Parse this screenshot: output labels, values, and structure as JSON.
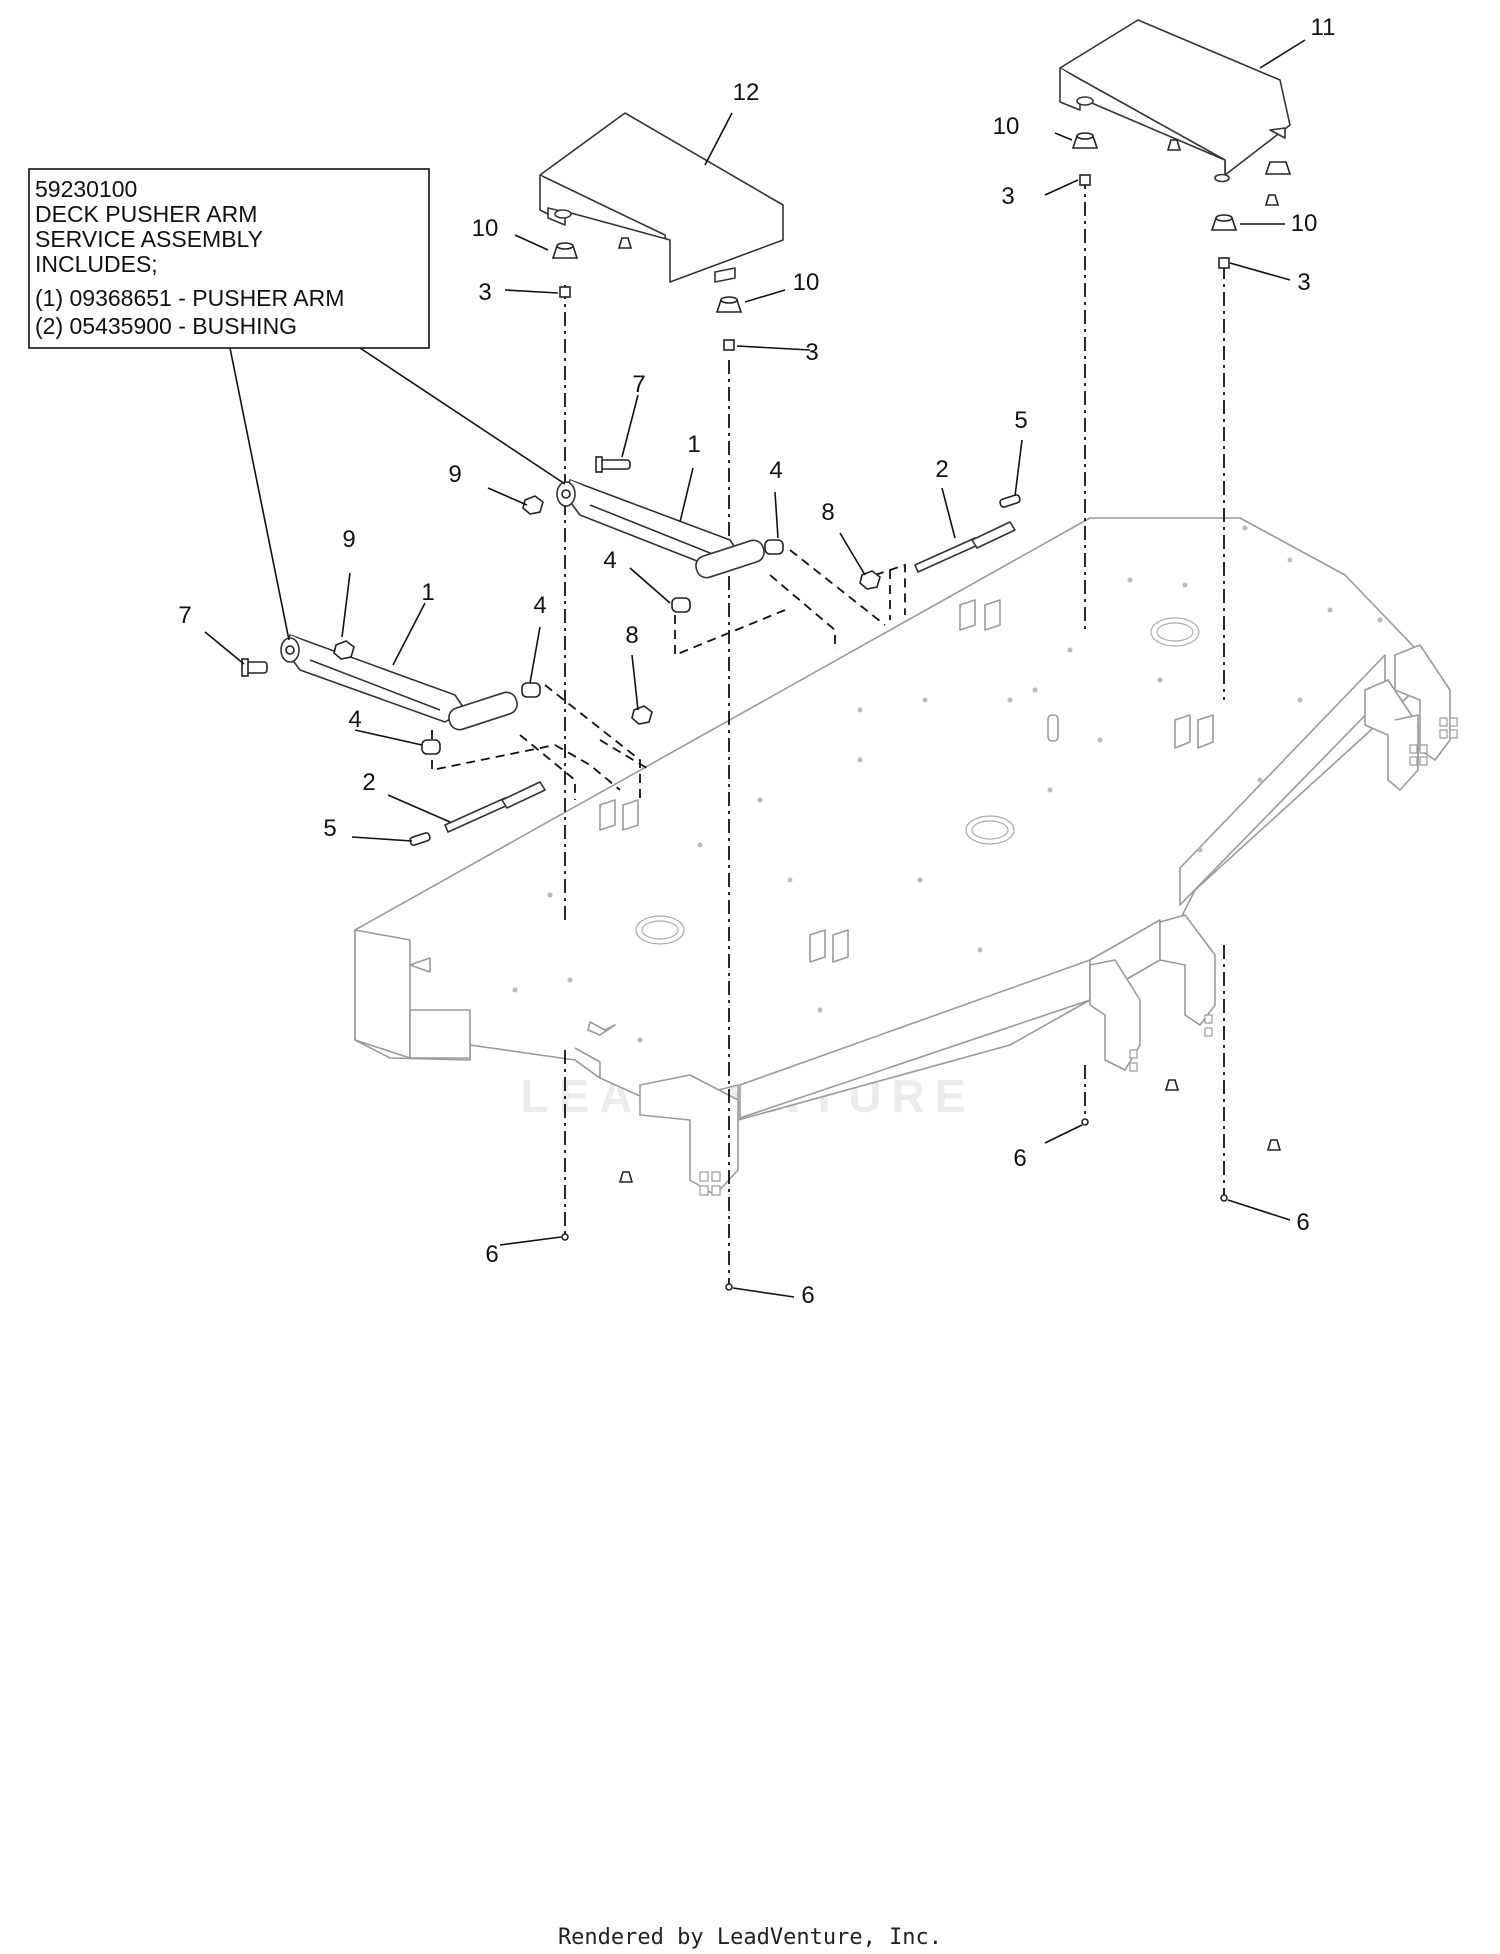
{
  "assembly_note": {
    "lines": [
      "59230100",
      "DECK PUSHER ARM",
      "SERVICE ASSEMBLY",
      "INCLUDES;",
      "(1) 09368651 - PUSHER ARM",
      "(2) 05435900 - BUSHING"
    ]
  },
  "callouts": [
    "12",
    "11",
    "10",
    "3",
    "10",
    "3",
    "10",
    "3",
    "10",
    "3",
    "7",
    "1",
    "9",
    "4",
    "4",
    "5",
    "2",
    "8",
    "9",
    "1",
    "7",
    "4",
    "8",
    "4",
    "2",
    "5",
    "6",
    "6",
    "6",
    "6"
  ],
  "watermark": "LEADVENTURE",
  "footer": "Rendered by LeadVenture, Inc."
}
